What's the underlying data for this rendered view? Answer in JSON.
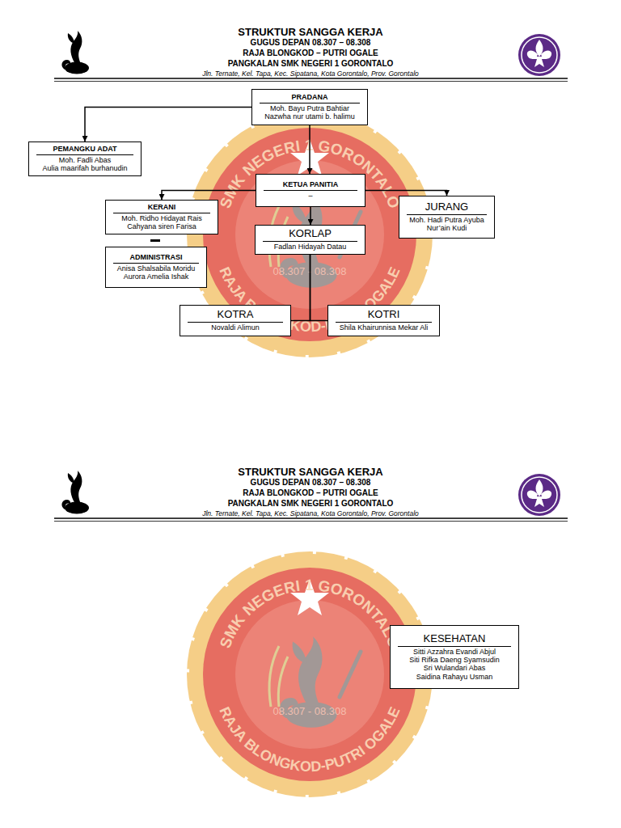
{
  "diagram": {
    "title": "STRUKTUR SANGGA KERJA",
    "nodes": [
      {
        "text": [
          "PRADANA",
          "Moh. Bayu Putra Bahtiar",
          "Nazwha nur utami b. halimu"
        ]
      },
      {
        "text": [
          "PEMANGKU ADAT",
          "Moh. Fadli Abas",
          "Aulia maarifah burhanudin"
        ]
      },
      {
        "text": [
          "KETUA PANITIA",
          "–"
        ]
      },
      {
        "text": [
          "KERANI",
          "Moh. Ridho Hidayat Rais",
          "Cahyana siren Farisa"
        ]
      },
      {
        "text": [
          "JURANG",
          "Moh. Hadi Putra Ayuba",
          "Nur’ain Kudi"
        ]
      },
      {
        "text": [
          "KORLAP",
          "Fadlan Hidayah Datau"
        ]
      },
      {
        "text": [
          "ADMINISTRASI",
          "Anisa Shalsabila Moridu",
          "Aurora Amelia Ishak"
        ]
      },
      {
        "text": [
          "KOTRA",
          "Novaldi Alimun"
        ]
      },
      {
        "text": [
          "KOTRI",
          "Shila Khairunnisa Mekar Ali"
        ]
      },
      {
        "text": [
          "KESEHATAN",
          "Sitti Azzahra Evandi Abjul",
          "Siti Rifka Daeng Syamsudin",
          "Sri Wulandari Abas",
          "Saidina Rahayu Usman"
        ]
      }
    ],
    "edges": [
      {
        "from": 0,
        "to": 1,
        "arrow": "to"
      },
      {
        "from": 0,
        "to": 2,
        "arrow": "to"
      },
      {
        "from": 2,
        "to": 3,
        "arrow": "to"
      },
      {
        "from": 2,
        "to": 4,
        "arrow": "to"
      },
      {
        "from": 2,
        "to": 5,
        "arrow": "to"
      },
      {
        "from": 5,
        "to": 7,
        "arrow": "none"
      },
      {
        "from": 5,
        "to": 8,
        "arrow": "none"
      }
    ],
    "labels": [
      "GUGUS DEPAN 08.307 – 08.308",
      "RAJA BLONGKOD – PUTRI OGALE",
      "PANGKALAN SMK NEGERI 1 GORONTALO",
      "Jln. Ternate, Kel. Tapa, Kec. Sipatana, Kota Gorontalo, Prov. Gorontalo",
      "SMK NEGERI 1 GORONTALO",
      "RAJA BLONGKOD-PUTRI OGALE",
      "08.307 - 08.308",
      "STRUKTUR SANGGA KERJA",
      "GUGUS DEPAN 08.307 – 08.308",
      "RAJA BLONGKOD – PUTRI OGALE",
      "PANGKALAN SMK NEGERI 1 GORONTALO",
      "Jln. Ternate, Kel. Tapa, Kec. Sipatana, Kota Gorontalo, Prov. Gorontalo",
      "SMK NEGERI 1 GORONTALO",
      "RAJA BLONGKOD-PUTRI OGALE",
      "08.307 - 08.308"
    ]
  }
}
